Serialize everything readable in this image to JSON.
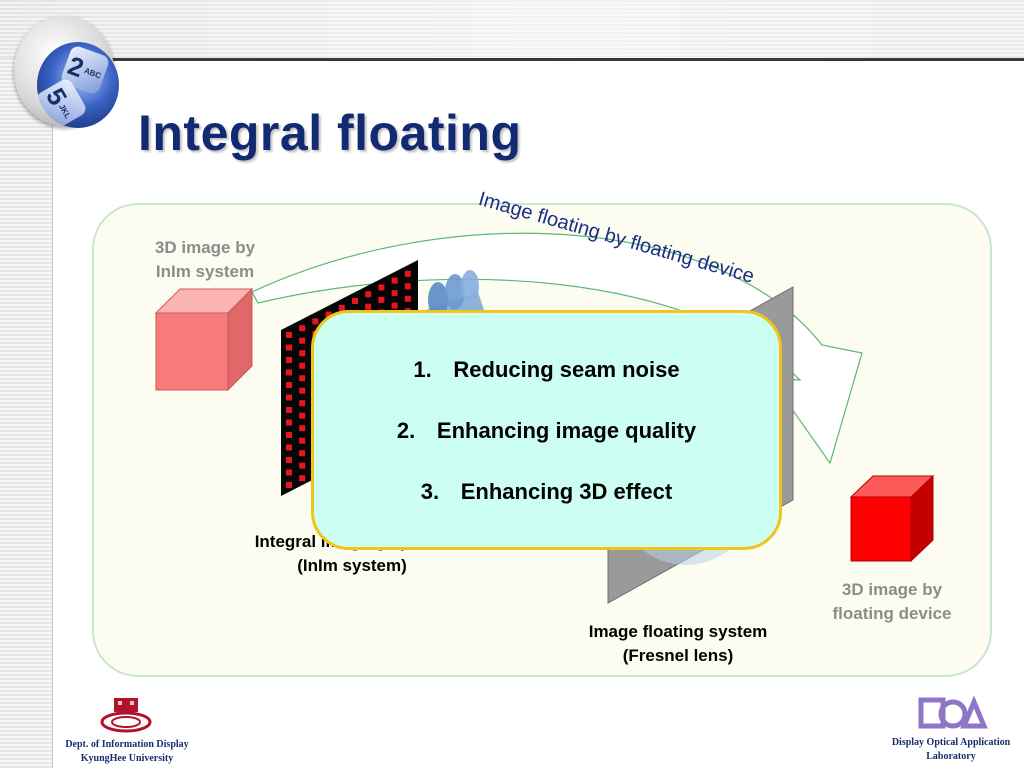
{
  "title": "Integral floating",
  "diagram": {
    "arrow_label": "Image floating by floating device",
    "source_label": [
      "3D image by",
      "InIm system"
    ],
    "inim_label": [
      "Integral imaging system",
      "(InIm system)"
    ],
    "floating_system_label": [
      "Image floating system",
      "(Fresnel lens)"
    ],
    "floated_label": [
      "3D image by",
      "floating device"
    ]
  },
  "callout": {
    "items": [
      {
        "num": "1.",
        "text": "Reducing seam noise"
      },
      {
        "num": "2.",
        "text": "Enhancing image quality"
      },
      {
        "num": "3.",
        "text": "Enhancing 3D effect"
      }
    ]
  },
  "footer": {
    "left": [
      "Dept. of Information Display",
      "KyungHee University"
    ],
    "right": [
      "Display Optical Application",
      "Laboratory"
    ]
  },
  "icons": {
    "keypad_logo": "keypad-logo-icon",
    "university_emblem": "university-emblem-icon",
    "lab_logo": "lab-logo-icon",
    "keys": [
      "2",
      "5"
    ],
    "key_subtext": [
      "ABC",
      "JKL"
    ]
  },
  "colors": {
    "title": "#132a72",
    "arrow_text": "#1c2f86",
    "panel_border": "#c9e6d0",
    "callout_fill": "#ccfff2",
    "callout_border": "#f0c419",
    "cube_light": "#f87a7a",
    "cube_red": "#ff0000",
    "grey_label": "#8c8c8c"
  }
}
